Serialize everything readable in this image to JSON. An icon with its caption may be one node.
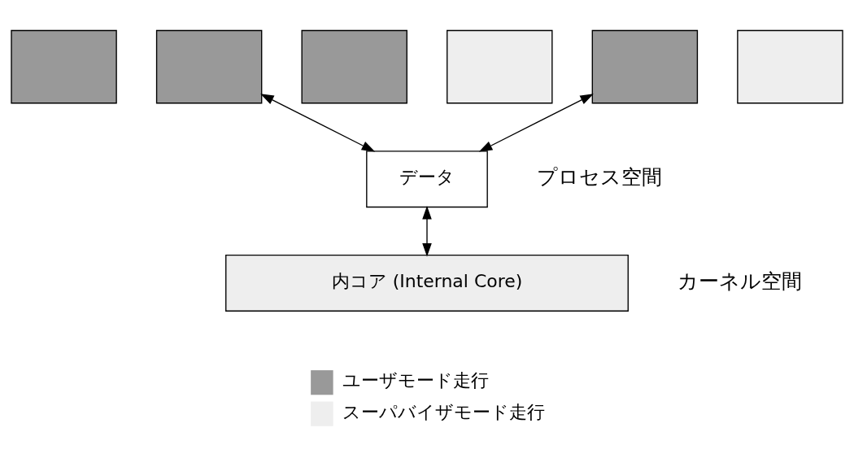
{
  "diagram": {
    "nodes": [
      {
        "text": [],
        "shape": "box"
      },
      {
        "text": [],
        "shape": "box"
      },
      {
        "text": [],
        "shape": "box"
      },
      {
        "text": [],
        "shape": "box"
      },
      {
        "text": [],
        "shape": "box"
      },
      {
        "text": [],
        "shape": "box"
      },
      {
        "text": [
          "データ"
        ]
      },
      {
        "text": [
          "内コア (Internal Core)"
        ]
      }
    ],
    "edges": [
      {
        "from": 1,
        "to": 6,
        "arrow": "both"
      },
      {
        "from": 4,
        "to": 6,
        "arrow": "both"
      },
      {
        "from": 6,
        "to": 7,
        "arrow": "both"
      }
    ],
    "labels": [
      "プロセス空間",
      "カーネル空間"
    ],
    "legend": [
      {
        "text": "ユーザモード走行",
        "color": "#999999"
      },
      {
        "text": "スーパバイザモード走行",
        "color": "#eeeeee"
      }
    ]
  }
}
